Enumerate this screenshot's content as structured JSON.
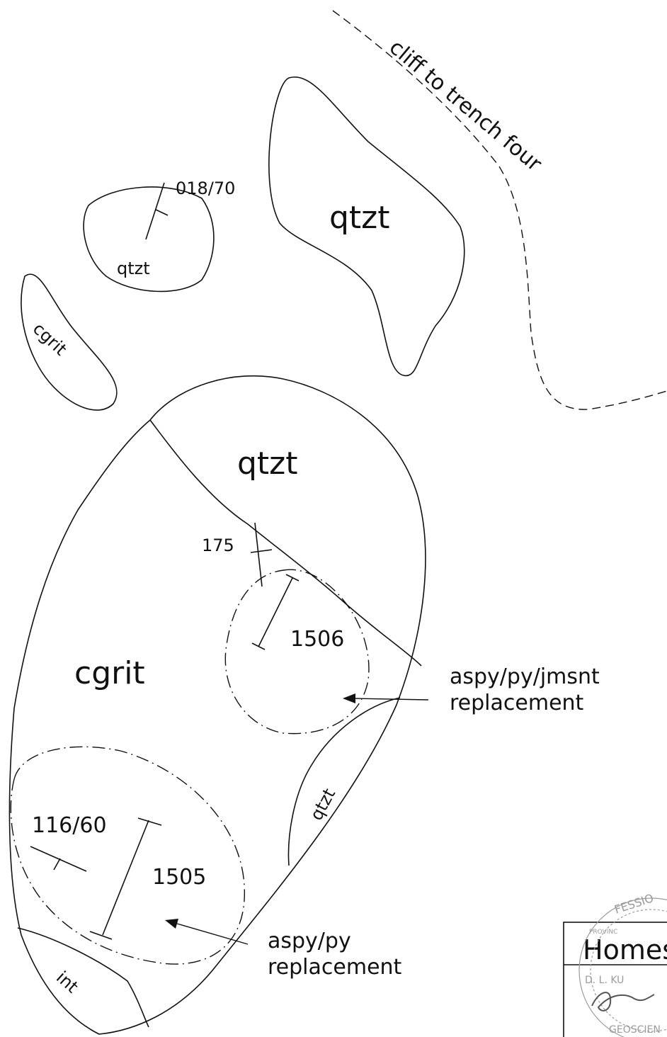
{
  "map": {
    "cliff_label": "cliff to trench four",
    "units": {
      "qtzt_large": "qtzt",
      "qtzt_small": "qtzt",
      "cgrit_small": "cgrit",
      "qtzt_upper": "qtzt",
      "cgrit_main": "cgrit",
      "qtzt_strip": "qtzt",
      "int": "int"
    },
    "structures": {
      "s1": "018/70",
      "s2": "175",
      "s3": "116/60"
    },
    "samples": {
      "a": "1506",
      "b": "1505"
    },
    "annotations": {
      "a_line1": "aspy/py/jmsnt",
      "a_line2": "replacement",
      "b_line1": "aspy/py",
      "b_line2": "replacement"
    },
    "stamp": {
      "title_partial": "Homes",
      "ring_top": "FESSIO",
      "ring_small": "PROVINC",
      "name_partial": "D. L. KU",
      "ring_bottom": "GEOSCIEN"
    }
  }
}
